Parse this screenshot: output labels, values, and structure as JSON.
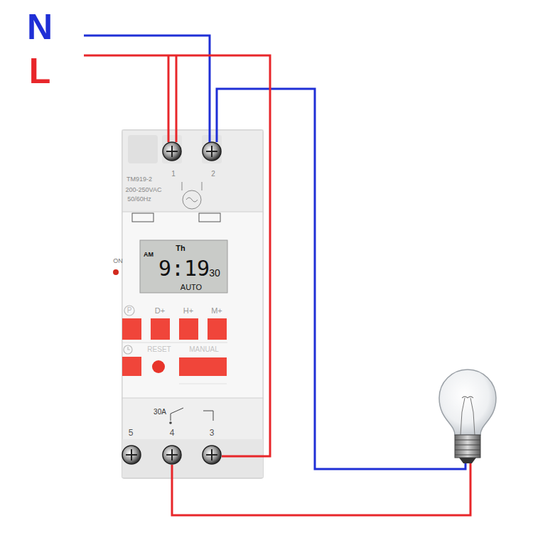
{
  "diagram": {
    "labels": [
      "N",
      "L",
      "1",
      "2",
      "TM919-2",
      "200-250VAC",
      "50/60Hz",
      "ON",
      "AM",
      "Th",
      "9:19",
      "30",
      "AUTO",
      "P",
      "D+",
      "H+",
      "M+",
      "RESET",
      "MANUAL",
      "30A",
      "5",
      "4",
      "3"
    ]
  }
}
